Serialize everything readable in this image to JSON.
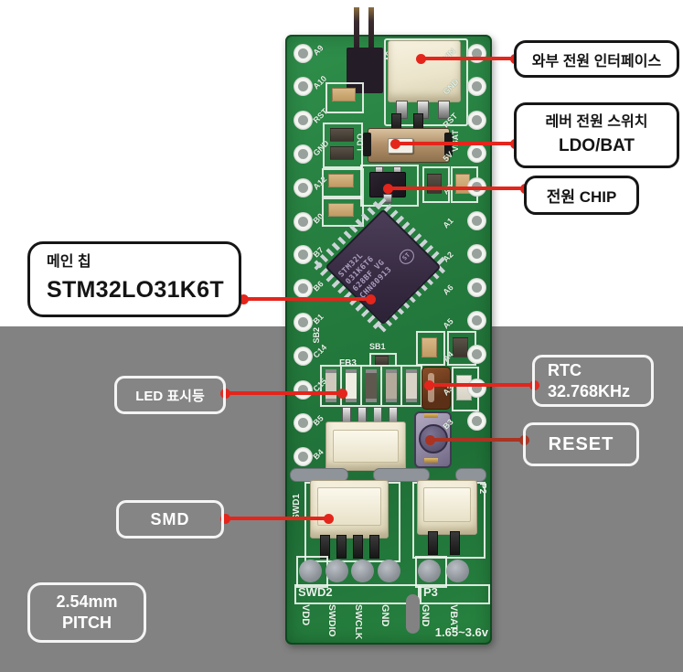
{
  "colors": {
    "background_top": "#ffffff",
    "background_bottom": "#828282",
    "pcb_green": "#27813f",
    "leader_red": "#e4251c",
    "leader_dark_red": "#aa3322",
    "callout_border_light": "#161616",
    "callout_border_dark": "#f4f4f4"
  },
  "callouts": [
    {
      "name": "external-power-interface",
      "line1": "와부 전원 인터페이스"
    },
    {
      "name": "lever-power-switch",
      "line1": "레버 전원 스위치",
      "line2": "LDO/BAT"
    },
    {
      "name": "power-chip",
      "line1": "전원 CHIP"
    },
    {
      "name": "main-chip",
      "line1": "메인 칩",
      "line2": "STM32LO31K6T"
    },
    {
      "name": "led-indicator",
      "line1": "LED 표시등"
    },
    {
      "name": "rtc",
      "line1": "RTC",
      "line2": "32.768KHz"
    },
    {
      "name": "reset",
      "line1": "RESET"
    },
    {
      "name": "smd",
      "line1": "SMD"
    },
    {
      "name": "pitch",
      "line1": "2.54mm",
      "line2": "PITCH"
    }
  ],
  "pcb": {
    "left_pin_labels": [
      "A9",
      "A10",
      "RST",
      "GND",
      "A12",
      "B0",
      "B7",
      "B6",
      "B1",
      "C14",
      "C15",
      "B5",
      "B4"
    ],
    "right_pin_labels": [
      "VIN",
      "GND",
      "RST",
      "5V",
      "A0",
      "A1",
      "A2",
      "A6",
      "A5",
      "A4",
      "A3",
      "B3"
    ],
    "top": {
      "header_label": "5V",
      "switch_left": "LDO",
      "switch_right": "VBAT"
    },
    "mid": {
      "sb1": "SB1",
      "sb2": "SB2",
      "fb3": "FB3"
    },
    "chip_marking": [
      "STM32L",
      "031K6T6",
      "628BF VG",
      "CHN80913"
    ],
    "chip_logo": "ST",
    "bottom": {
      "swd1": "SWD1",
      "p2": "P2",
      "swd2_box": "SWD2",
      "p3_box": "P3",
      "swd_pin_labels": [
        "VDD",
        "SWDIO",
        "SWCLK",
        "GND"
      ],
      "p3_pin_labels": [
        "GND",
        "VBAT"
      ],
      "voltage_range": "1.65~3.6v"
    }
  }
}
